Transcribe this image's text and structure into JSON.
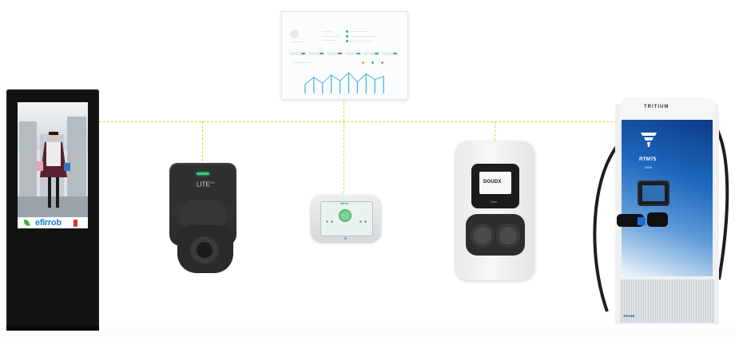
{
  "kiosk": {
    "brand": "efirrob"
  },
  "dashboard": {
    "title": "",
    "chart_values": [
      8,
      14,
      9,
      16,
      11,
      18,
      10,
      17,
      12,
      15
    ]
  },
  "lite_charger": {
    "label": "LITE",
    "superscript": "2.0",
    "sub_label": ""
  },
  "display_unit": {
    "brand": "efirob"
  },
  "white_charger": {
    "screen_text": "DOUDX",
    "card_label": "Card"
  },
  "tritium": {
    "brand": "TRITIUM",
    "model": "RTM75",
    "power": "75kW",
    "foot_brand": "TRITIUM"
  },
  "colors": {
    "connector_line": "#f3cf2b",
    "tritium_blue": "#1c66bd",
    "led_green": "#31d07a"
  }
}
